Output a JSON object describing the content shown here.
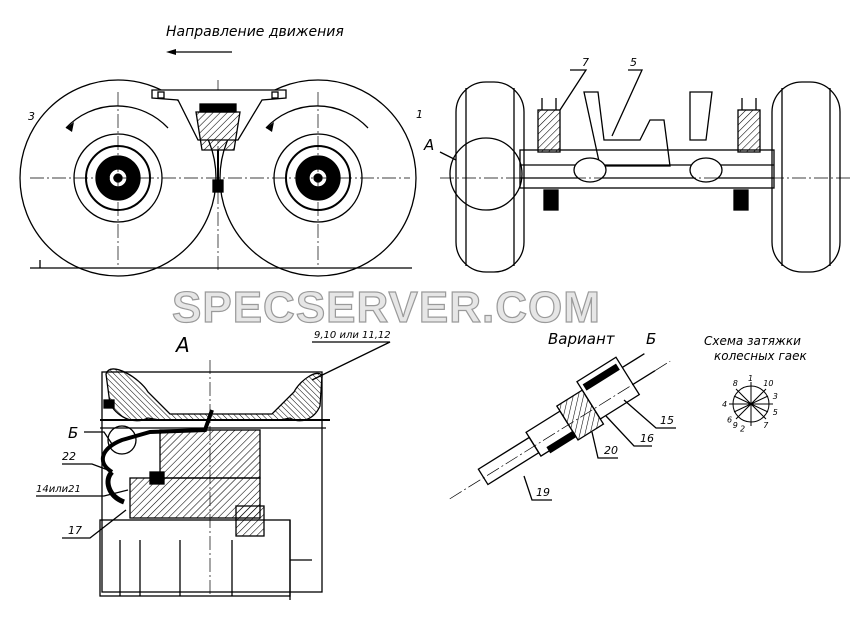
{
  "drawing": {
    "direction_label": "Направление движения",
    "section_label": "А",
    "variant_label": "Вариант",
    "variant_letter": "Б",
    "detail_letter_b": "Б",
    "detail_letter_a_side": "А",
    "scheme_title_line1": "Схема затяжки",
    "scheme_title_line2": "колесных гаек",
    "callouts": {
      "c1": "1",
      "c3": "3",
      "c5": "5",
      "c7": "7",
      "c9": "9,10 или 11,12",
      "c22": "22",
      "c14": "14или21",
      "c17": "17",
      "c15": "15",
      "c16": "16",
      "c19": "19",
      "c20": "20"
    },
    "nut_order": [
      "1",
      "2",
      "3",
      "4",
      "5",
      "6",
      "7",
      "8",
      "9",
      "10"
    ]
  },
  "watermark": "SPECSERVER.COM"
}
